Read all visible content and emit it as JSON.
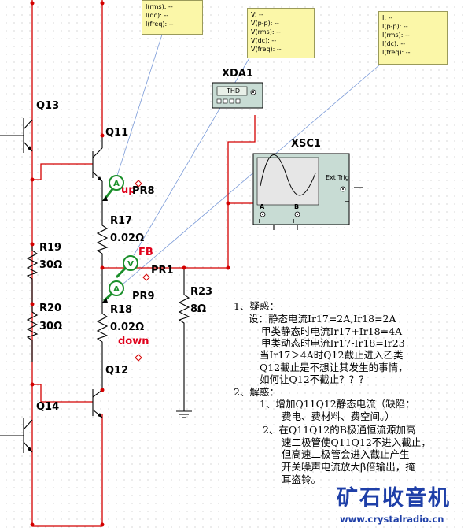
{
  "components": {
    "q13": "Q13",
    "q11": "Q11",
    "q12": "Q12",
    "q14": "Q14",
    "r17_name": "R17",
    "r17_value": "0.02Ω",
    "r18_name": "R18",
    "r18_value": "0.02Ω",
    "r19_name": "R19",
    "r19_value": "30Ω",
    "r20_name": "R20",
    "r20_value": "30Ω",
    "r23_name": "R23",
    "r23_value": "8Ω",
    "pr8": "PR8",
    "pr9": "PR9",
    "pr1": "PR1",
    "xda1": "XDA1",
    "xsc1": "XSC1"
  },
  "net_labels": {
    "up": "up",
    "fb": "FB",
    "down": "down"
  },
  "instruments": {
    "xda1_display": "THD",
    "xsc1_trigger": "Ext Trig",
    "xsc1_channel_a": "A",
    "xsc1_channel_b": "B"
  },
  "probe_boxes": {
    "probe_top_left": [
      "I(rms): --",
      "I(dc): --",
      "I(freq): --"
    ],
    "probe_voltage": [
      "V: --",
      "V(p-p): --",
      "V(rms): --",
      "V(dc): --",
      "V(freq): --"
    ],
    "probe_current": [
      "I: --",
      "I(p-p): --",
      "I(rms): --",
      "I(dc): --",
      "I(freq): --"
    ]
  },
  "notes": [
    "1、疑惑：",
    "设：静态电流Ir17=2A,Ir18=2A",
    "甲类静态时电流Ir17+Ir18=4A",
    "甲类动态时电流Ir17-Ir18=Ir23",
    "当Ir17＞4A时Q12截止进入乙类",
    "Q12截止是不想让其发生的事情，",
    "如何让Q12不截止？？？",
    "2、解惑：",
    "1、增加Q11Q12静态电流（缺陷：",
    "费电、费材料、费空间。）",
    "2、在Q11Q12的B极通恒流源加高",
    "速二极管使Q11Q12不进入截止，",
    "但高速二极管会进入截止产生",
    "开关噪声电流放大β倍输出，掩",
    "耳盗铃。"
  ],
  "watermark": {
    "title": "矿石收音机",
    "url": "www.crystalradio.cn",
    "color": "#1e3fa8"
  },
  "colors": {
    "wire_red": "#d40000",
    "wire_black": "#000000",
    "probe_line": "#7a9ad8",
    "probe_green": "#1a8f2a"
  }
}
